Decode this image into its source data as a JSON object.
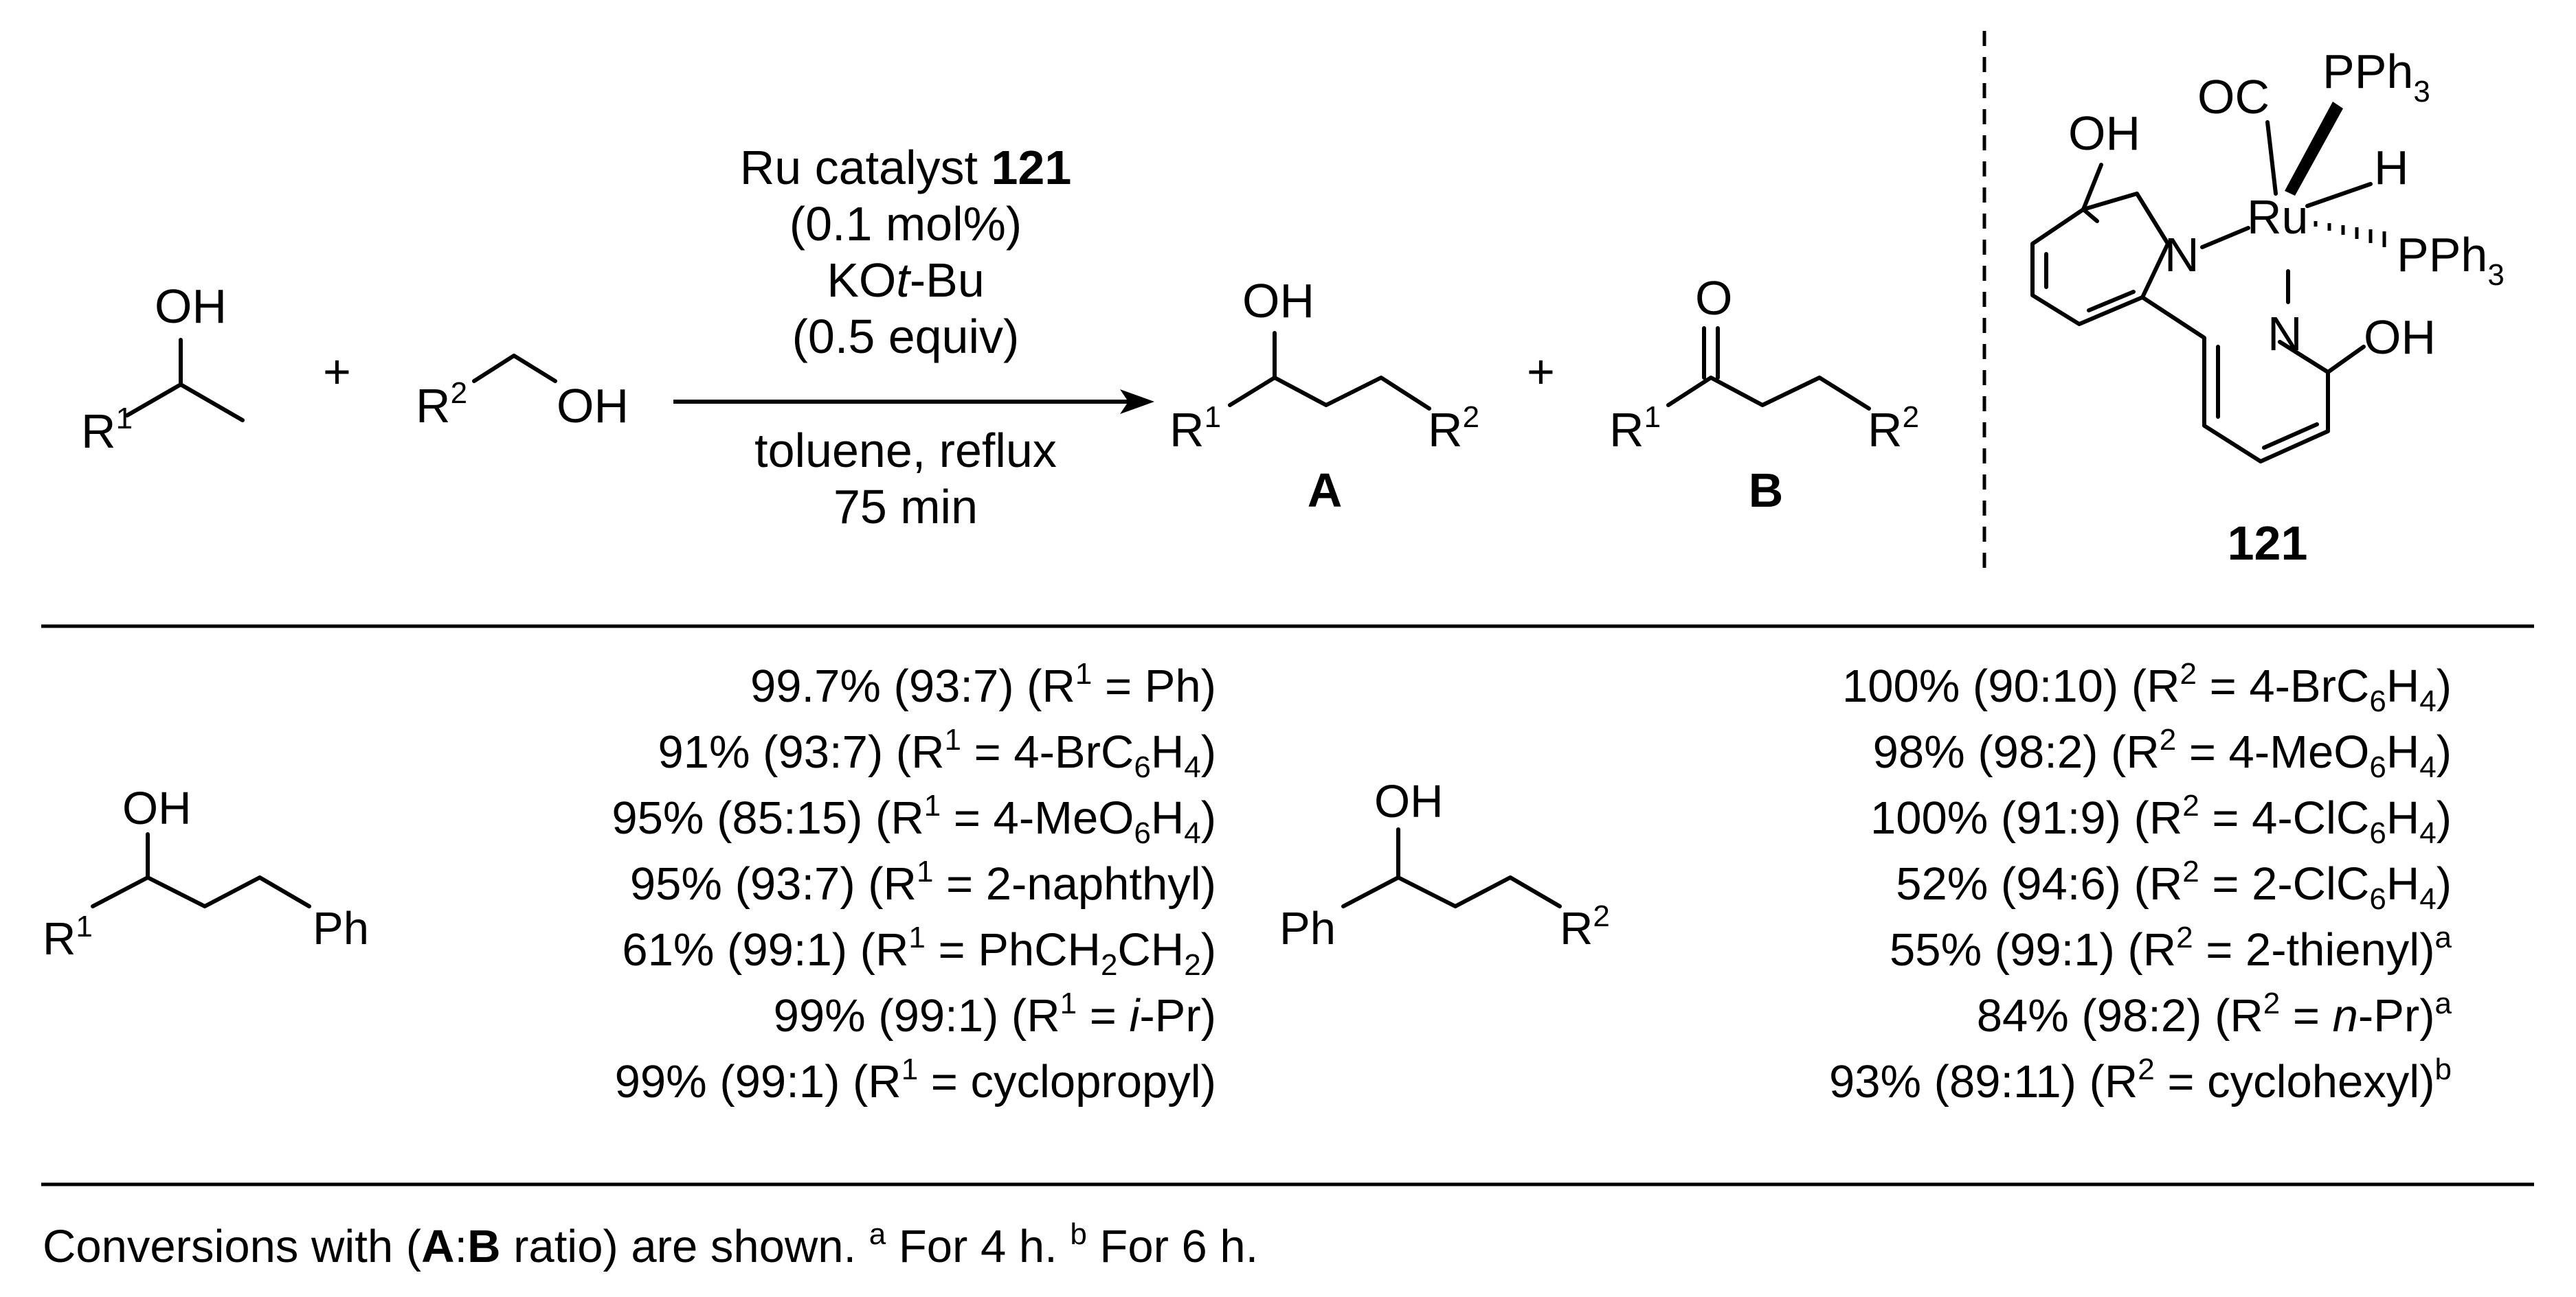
{
  "reaction": {
    "reagent1": {
      "oh": "OH",
      "r": "R",
      "r_sup": "1"
    },
    "plus": "+",
    "reagent2": {
      "r": "R",
      "r_sup": "2",
      "oh": "OH"
    },
    "conditions": {
      "catalyst_text": "Ru catalyst ",
      "catalyst_num": "121",
      "loading": "(0.1 mol%)",
      "base_a": "KO",
      "base_b": "t",
      "base_c": "-Bu",
      "base_amount": "(0.5 equiv)",
      "solvent": "toluene, reflux",
      "time": "75 min"
    },
    "product_a": {
      "oh": "OH",
      "r1": "R",
      "r1_sup": "1",
      "r2": "R",
      "r2_sup": "2",
      "label": "A"
    },
    "product_b": {
      "o": "O",
      "r1": "R",
      "r1_sup": "1",
      "r2": "R",
      "r2_sup": "2",
      "label": "B"
    }
  },
  "catalyst": {
    "oh_top": "OH",
    "oc": "OC",
    "pph3_top_a": "PPh",
    "pph3_top_b": "3",
    "h": "H",
    "ru": "Ru",
    "pph3_right_a": "PPh",
    "pph3_right_b": "3",
    "n_left": "N",
    "n_lower": "N",
    "oh_right": "OH",
    "label": "121"
  },
  "table": {
    "left_struct": {
      "oh": "OH",
      "r": "R",
      "r_sup": "1",
      "ph": "Ph"
    },
    "right_struct": {
      "oh": "OH",
      "ph": "Ph",
      "r": "R",
      "r_sup": "2"
    },
    "left_rows": [
      {
        "prefix": "99.7% (93:7) (R",
        "sup": "1",
        "suffix": " = Ph)"
      },
      {
        "prefix": "91% (93:7) (R",
        "sup": "1",
        "suffix": " = 4-BrC",
        "sub1": "6",
        "suffix2": "H",
        "sub2": "4",
        "suffix3": ")"
      },
      {
        "prefix": "95% (85:15) (R",
        "sup": "1",
        "suffix": " = 4-MeO",
        "sub1": "6",
        "suffix2": "H",
        "sub2": "4",
        "suffix3": ")"
      },
      {
        "prefix": "95% (93:7) (R",
        "sup": "1",
        "suffix": " = 2-naphthyl)"
      },
      {
        "prefix": "61% (99:1) (R",
        "sup": "1",
        "suffix": " = PhCH",
        "sub1": "2",
        "suffix2": "CH",
        "sub2": "2",
        "suffix3": ")"
      },
      {
        "prefix": "99% (99:1) (R",
        "sup": "1",
        "suffix": " = ",
        "ital": "i",
        "suffix2": "-Pr)"
      },
      {
        "prefix": "99% (99:1) (R",
        "sup": "1",
        "suffix": " = cyclopropyl)"
      }
    ],
    "right_rows": [
      {
        "prefix": "100% (90:10) (R",
        "sup": "2",
        "suffix": " = 4-BrC",
        "sub1": "6",
        "suffix2": "H",
        "sub2": "4",
        "suffix3": ")"
      },
      {
        "prefix": "98% (98:2) (R",
        "sup": "2",
        "suffix": " = 4-MeO",
        "sub1": "6",
        "suffix2": "H",
        "sub2": "4",
        "suffix3": ")"
      },
      {
        "prefix": "100% (91:9) (R",
        "sup": "2",
        "suffix": " = 4-ClC",
        "sub1": "6",
        "suffix2": "H",
        "sub2": "4",
        "suffix3": ")"
      },
      {
        "prefix": "52% (94:6) (R",
        "sup": "2",
        "suffix": " = 2-ClC",
        "sub1": "6",
        "suffix2": "H",
        "sub2": "4",
        "suffix3": ")"
      },
      {
        "prefix": "55% (99:1) (R",
        "sup": "2",
        "suffix": " = 2-thienyl)",
        "note": "a"
      },
      {
        "prefix": "84% (98:2) (R",
        "sup": "2",
        "suffix": " = ",
        "ital": "n",
        "suffix2": "-Pr)",
        "note": "a"
      },
      {
        "prefix": "93% (89:11) (R",
        "sup": "2",
        "suffix": " = cyclohexyl)",
        "note": "b"
      }
    ]
  },
  "footnote": {
    "t1": "Conversions with (",
    "a": "A",
    "colon": ":",
    "b": "B",
    "t2": " ratio) are shown.  ",
    "note_a": "a",
    "t3": " For 4 h. ",
    "note_b": "b",
    "t4": " For 6 h."
  }
}
